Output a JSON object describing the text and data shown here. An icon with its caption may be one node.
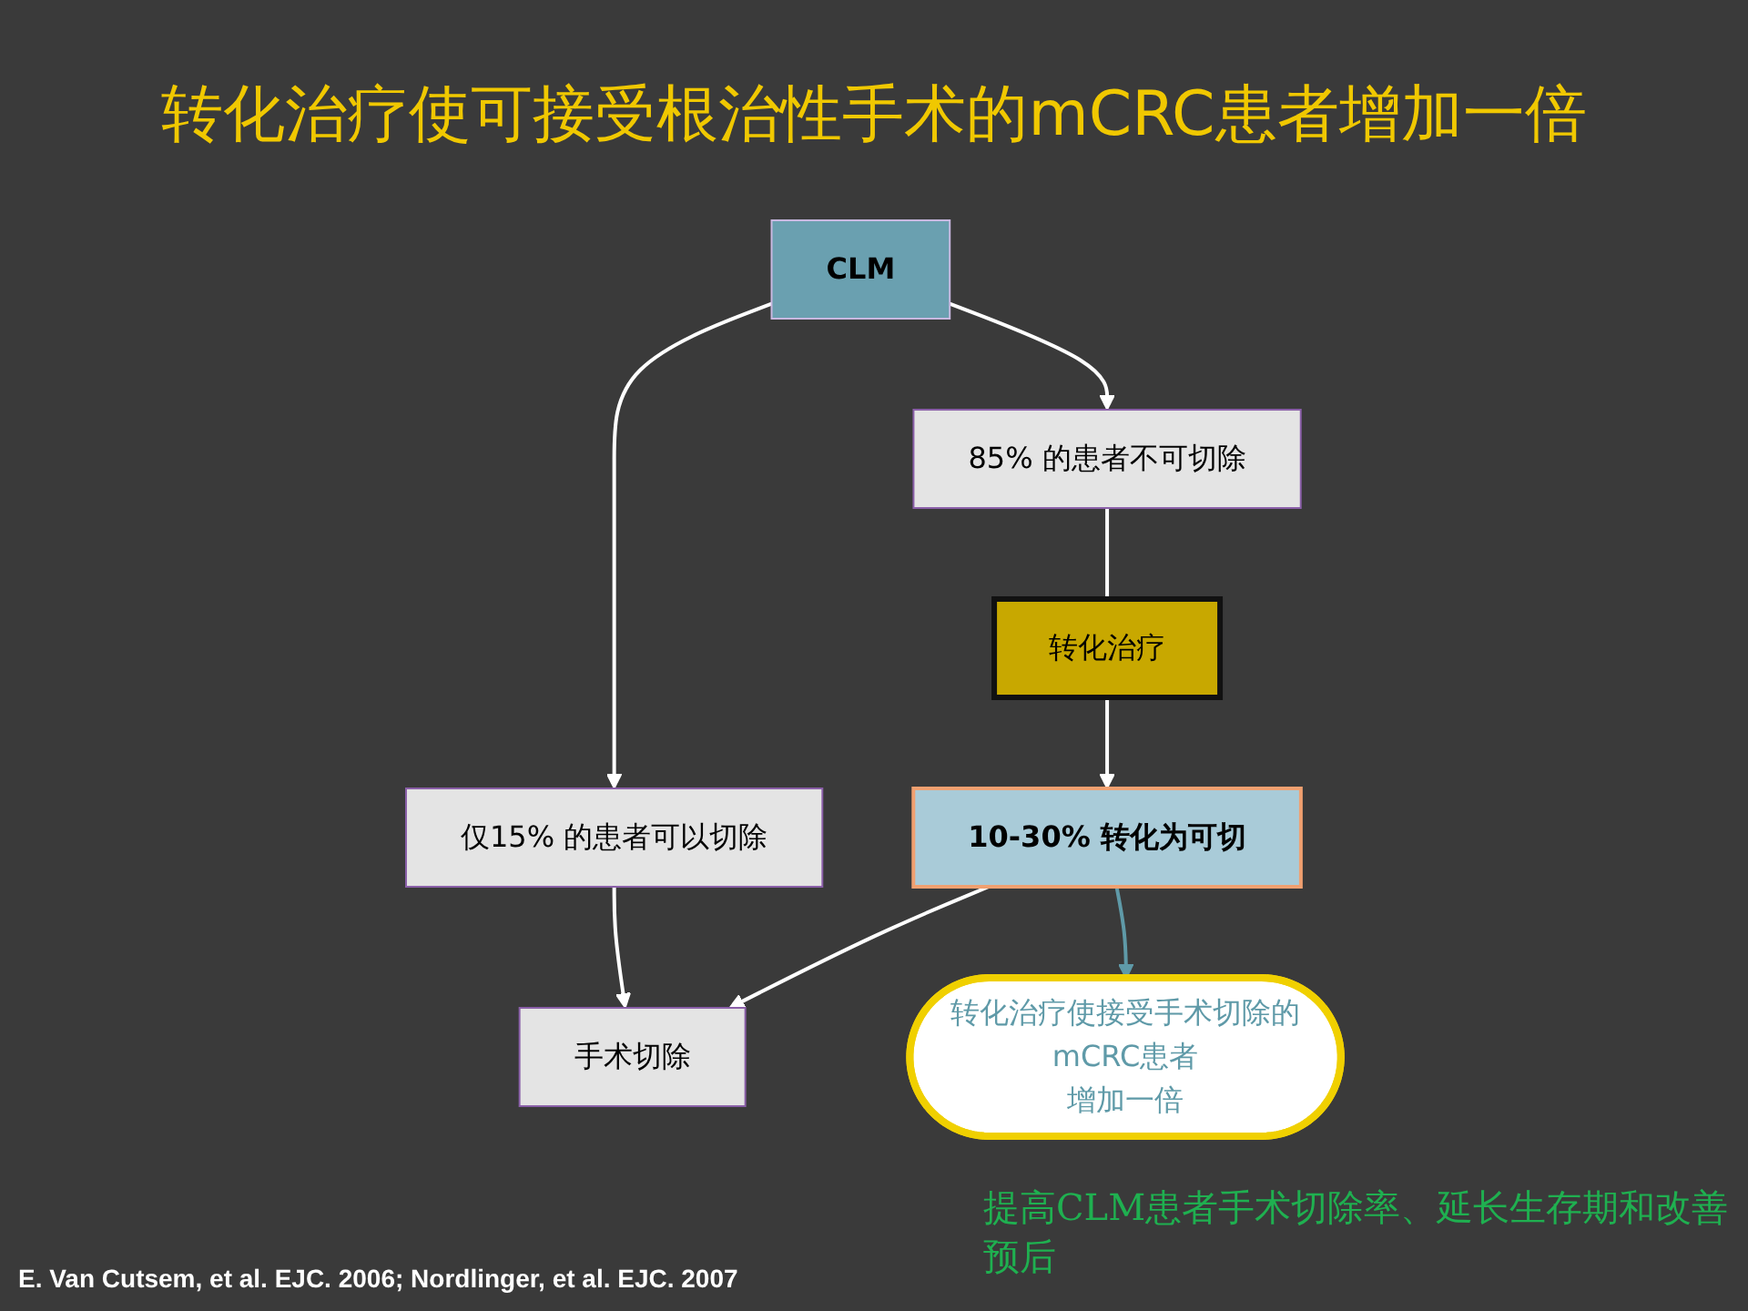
{
  "diagram": {
    "title": "转化治疗使可接受根治性手术的mCRC患者增加一倍",
    "nodes": [
      {
        "text": [
          "CLM"
        ]
      },
      {
        "text": [
          "85% 的患者不可切除"
        ]
      },
      {
        "text": [
          "仅15% 的患者可以切除"
        ]
      },
      {
        "text": [
          "转化治疗"
        ]
      },
      {
        "text": [
          "10-30% 转化为可切"
        ]
      },
      {
        "text": [
          "手术切除"
        ]
      },
      {
        "text": [
          "转化治疗使接受手术切除的mCRC患者",
          "增加一倍"
        ]
      }
    ],
    "edges": [
      {
        "from": 0,
        "to": 1,
        "arrow": "to"
      },
      {
        "from": 0,
        "to": 2,
        "arrow": "to"
      },
      {
        "from": 1,
        "to": 3,
        "arrow": "none"
      },
      {
        "from": 3,
        "to": 4,
        "arrow": "to"
      },
      {
        "from": 2,
        "to": 5,
        "arrow": "to"
      },
      {
        "from": 4,
        "to": 5,
        "arrow": "to"
      },
      {
        "from": 4,
        "to": 6,
        "arrow": "to",
        "color": "#5f9aa8"
      }
    ],
    "labels": [
      "提高CLM患者手术切除率、延长生存期和改善预后",
      "E. Van Cutsem, et al. EJC. 2006; Nordlinger, et al. EJC. 2007"
    ]
  }
}
